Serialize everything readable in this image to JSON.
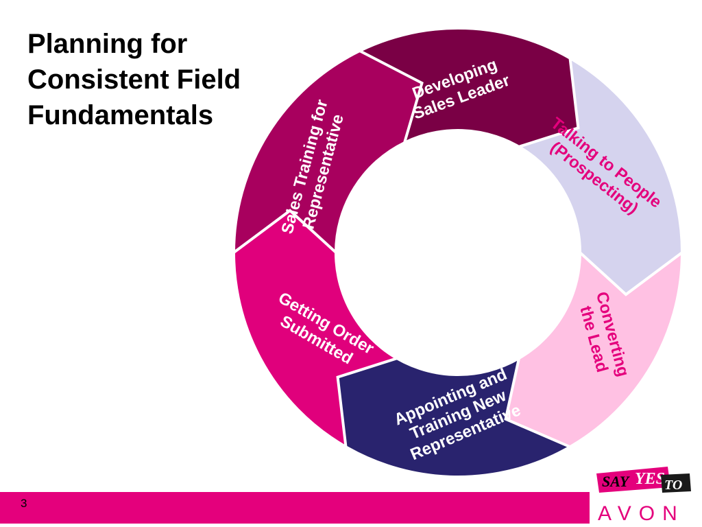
{
  "title": {
    "lines": [
      "Planning for",
      "Consistent Field",
      "Fundamentals"
    ]
  },
  "segments": [
    {
      "lines": [
        "Developing",
        "Sales Leader"
      ],
      "fill": "#7a0045",
      "text": "#ffffff"
    },
    {
      "lines": [
        "Talking to People",
        "(Prospecting)"
      ],
      "fill": "#d5d3ee",
      "text": "#e4007c"
    },
    {
      "lines": [
        "Converting",
        "the Lead"
      ],
      "fill": "#ffc1e3",
      "text": "#e4007c"
    },
    {
      "lines": [
        "Appointing and",
        "Training New",
        "Representative"
      ],
      "fill": "#29236e",
      "text": "#ffffff"
    },
    {
      "lines": [
        "Getting Order",
        "Submitted"
      ],
      "fill": "#e0007c",
      "text": "#ffffff"
    },
    {
      "lines": [
        "Sales Training for",
        "Representative"
      ],
      "fill": "#a8005e",
      "text": "#ffffff"
    }
  ],
  "footer": {
    "page_number": "3",
    "bar_color": "#e4007c"
  },
  "logo": {
    "say": "SAY",
    "yes": "YES",
    "to": "TO",
    "brand": "AVON"
  }
}
